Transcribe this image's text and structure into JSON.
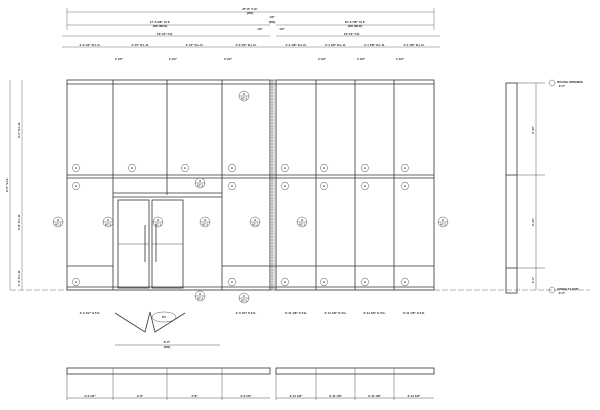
{
  "dimensions": {
    "overall": "37'-8\" V.I.F.",
    "overall_sub": "[RO]",
    "left_section": "17'-6 3/8\" V.I.F.",
    "left_section_sub": "[RO INFO]",
    "right_section": "19'-5 7/8\" V.I.F.",
    "right_section_sub": "[RO INFO]",
    "gap": "1/2\"",
    "gap_sub": "[RO]",
    "left_dlo": "16'-10\" F.O.",
    "right_dlo": "18'-10\" F.O.",
    "joint": "1/4\"",
    "left_bays": [
      "4'-0 1/2\" D.L.O.",
      "4'-10\" D.L.O.",
      "4'-10\" D.L.O.",
      "4'-0 1/2\" D.L.O."
    ],
    "right_bays": [
      "4'-1 1/8\" D.L.O.",
      "4'-1 1/8\" D.L.O.",
      "4'-1 1/8\" D.L.O.",
      "4'-1 1/8\" D.L.O."
    ],
    "mullion": "2 1/2\"",
    "door_width": "6'-0\"",
    "door_width_sub": "[DO]",
    "bottom_left": [
      "4'-0 1/2\" S.T.G.",
      "4'-0 1/2\" S.T.G."
    ],
    "bottom_right": [
      "3'-11 1/8\" S.T.G.",
      "3'-11 1/8\" S.T.G.",
      "3'-11 1/8\" S.T.G.",
      "3'-11 1/8\" S.T.G."
    ],
    "plan_labels": [
      "4'-0 1/2\"",
      "4'-8\"",
      "4'-8\"",
      "4'-0 1/2\"",
      "3'-11 1/8\"",
      "3'-11 1/8\"",
      "3'-11 1/8\"",
      "3'-11 1/8\""
    ],
    "height_overall": "9'-0\" V.I.F.",
    "height_upper": "4'-0\" D.L.O.",
    "height_mid": "3'-8\" D.L.O.",
    "height_low": "1'-2\" D.L.O.",
    "side_heights": [
      "3'-10\"",
      "3'-10\"",
      "1'-2\""
    ]
  },
  "levels": {
    "rough_opening": "ROUGH OPENING",
    "rough_opening_val": "9'-0\"",
    "finish_floor": "FINISH FLOOR",
    "finish_floor_val": "0'-0\""
  },
  "tags": {
    "glass": "A",
    "detail_num": "3",
    "detail_sheet": "A7.1",
    "door_tag": "D1"
  }
}
